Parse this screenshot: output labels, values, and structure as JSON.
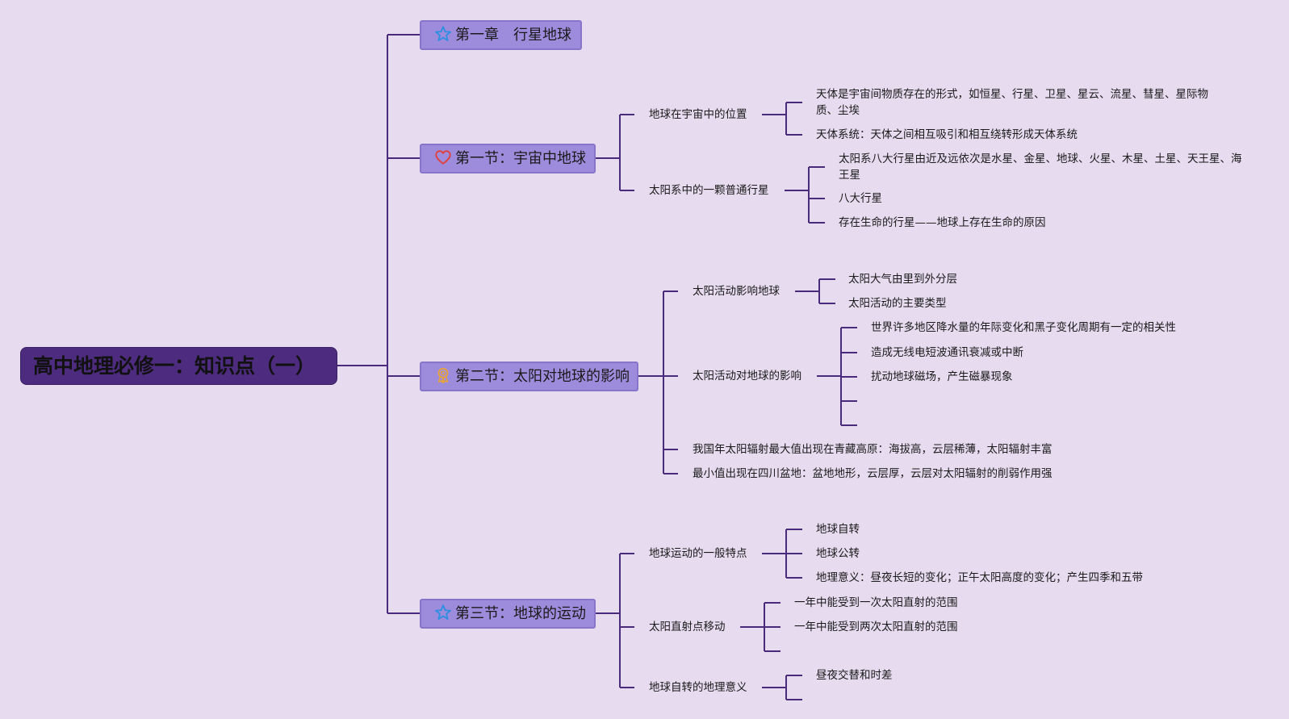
{
  "root": "高中地理必修一：知识点（一）",
  "topics": [
    {
      "icon": "star-icon",
      "label": "第一章　行星地球"
    },
    {
      "icon": "heart-icon",
      "label": "第一节：宇宙中地球"
    },
    {
      "icon": "award-icon",
      "label": "第二节：太阳对地球的影响"
    },
    {
      "icon": "star-icon",
      "label": "第三节：地球的运动"
    }
  ],
  "section1": {
    "branches": [
      {
        "label": "地球在宇宙中的位置",
        "children": [
          "天体是宇宙间物质存在的形式，如恒星、行星、卫星、星云、流星、彗星、星际物质、尘埃",
          "天体系统：天体之间相互吸引和相互绕转形成天体系统"
        ]
      },
      {
        "label": "太阳系中的一颗普通行星",
        "children": [
          "太阳系八大行星由近及远依次是水星、金星、地球、火星、木星、土星、天王星、海王星",
          "八大行星",
          "存在生命的行星——地球上存在生命的原因"
        ]
      }
    ]
  },
  "section2": {
    "branches": [
      {
        "label": "太阳活动影响地球",
        "children": [
          "太阳大气由里到外分层",
          "太阳活动的主要类型"
        ]
      },
      {
        "label": "太阳活动对地球的影响",
        "children": [
          "世界许多地区降水量的年际变化和黑子变化周期有一定的相关性",
          "造成无线电短波通讯衰减或中断",
          "扰动地球磁场，产生磁暴现象"
        ]
      },
      {
        "label": "我国年太阳辐射最大值出现在青藏高原：海拔高，云层稀薄，太阳辐射丰富"
      },
      {
        "label": "最小值出现在四川盆地：盆地地形，云层厚，云层对太阳辐射的削弱作用强"
      }
    ]
  },
  "section3": {
    "branches": [
      {
        "label": "地球运动的一般特点",
        "children": [
          "地球自转",
          "地球公转",
          "地理意义：昼夜长短的变化；正午太阳高度的变化；产生四季和五带"
        ]
      },
      {
        "label": "太阳直射点移动",
        "children": [
          "一年中能受到一次太阳直射的范围",
          "一年中能受到两次太阳直射的范围"
        ]
      },
      {
        "label": "地球自转的地理意义",
        "children": [
          "昼夜交替和时差"
        ]
      }
    ]
  },
  "colors": {
    "background": "#e6dbef",
    "root_fill": "#4d2b7e",
    "topic_fill": "#9d8bdc",
    "line": "#4a2a7a",
    "star": "#2f8fe0",
    "heart": "#e2403a",
    "award": "#e8a43a"
  }
}
